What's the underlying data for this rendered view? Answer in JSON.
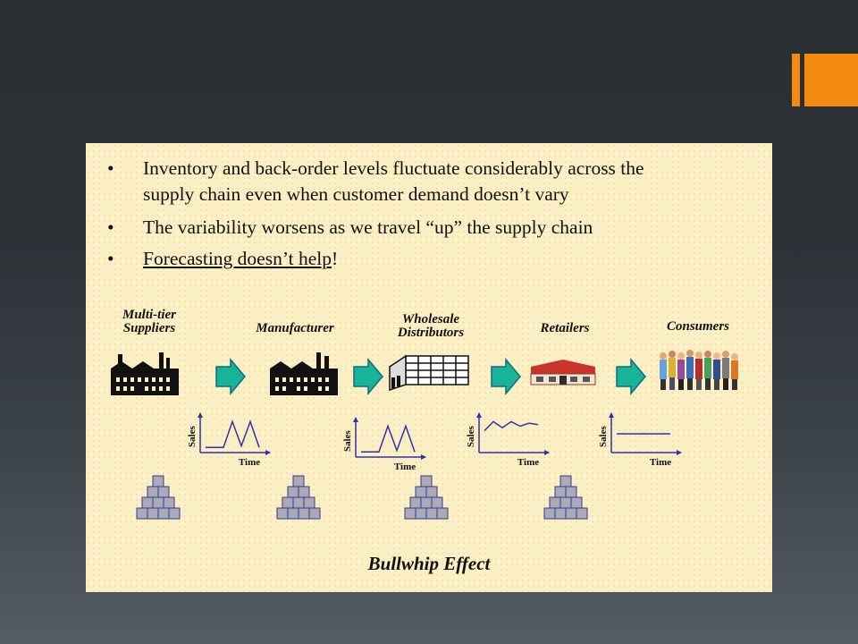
{
  "bullets": [
    {
      "line1": "Inventory  and back-order levels fluctuate  considerably across the",
      "line2": "supply chain  even when customer demand  doesn’t vary"
    },
    {
      "line1": "The variability worsens as we travel “up”  the supply chain"
    },
    {
      "underlined": "Forecasting doesn’t help",
      "suffix": "!"
    }
  ],
  "bullet_char": "•",
  "stages": [
    {
      "line1": "Multi-tier",
      "line2": "Suppliers",
      "icon": "factory-icon"
    },
    {
      "line1": "Manufacturer",
      "icon": "factory-icon"
    },
    {
      "line1": "Wholesale",
      "line2": "Distributors",
      "icon": "warehouse-icon"
    },
    {
      "line1": "Retailers",
      "icon": "store-icon"
    },
    {
      "line1": "Consumers",
      "icon": "people-icon"
    }
  ],
  "mini_charts": {
    "ylabel": "Sales",
    "xlabel": "Time",
    "series": [
      {
        "values": [
          0.05,
          0.05,
          0.05,
          0.9,
          0.1,
          0.9,
          0.05
        ]
      },
      {
        "values": [
          0.05,
          0.05,
          0.05,
          0.9,
          0.1,
          0.9,
          0.05
        ]
      },
      {
        "values": [
          0.6,
          0.9,
          0.7,
          0.9,
          0.75,
          0.85,
          0.8
        ]
      },
      {
        "values": [
          0.5,
          0.5
        ]
      }
    ]
  },
  "caption": "Bullwhip Effect",
  "colors": {
    "panel_bg": "#fbefc6",
    "accent": "#f58a11",
    "arrow": "#19b39a",
    "chart_line": "#3232a8",
    "box_fill": "#a9a9b8"
  }
}
